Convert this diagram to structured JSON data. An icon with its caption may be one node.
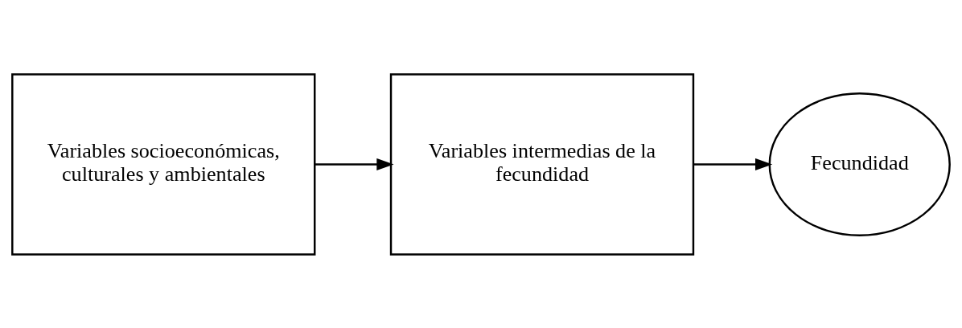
{
  "diagram": {
    "nodes": [
      {
        "text": [
          "Variables socioeconómicas, culturales y ambientales"
        ]
      },
      {
        "text": [
          "Variables intermedias de la fecundidad"
        ]
      },
      {
        "text": [
          "Fecundidad"
        ]
      }
    ],
    "edges": [
      {
        "from": 0,
        "to": 1,
        "arrow": "to"
      },
      {
        "from": 1,
        "to": 2,
        "arrow": "to"
      }
    ]
  }
}
